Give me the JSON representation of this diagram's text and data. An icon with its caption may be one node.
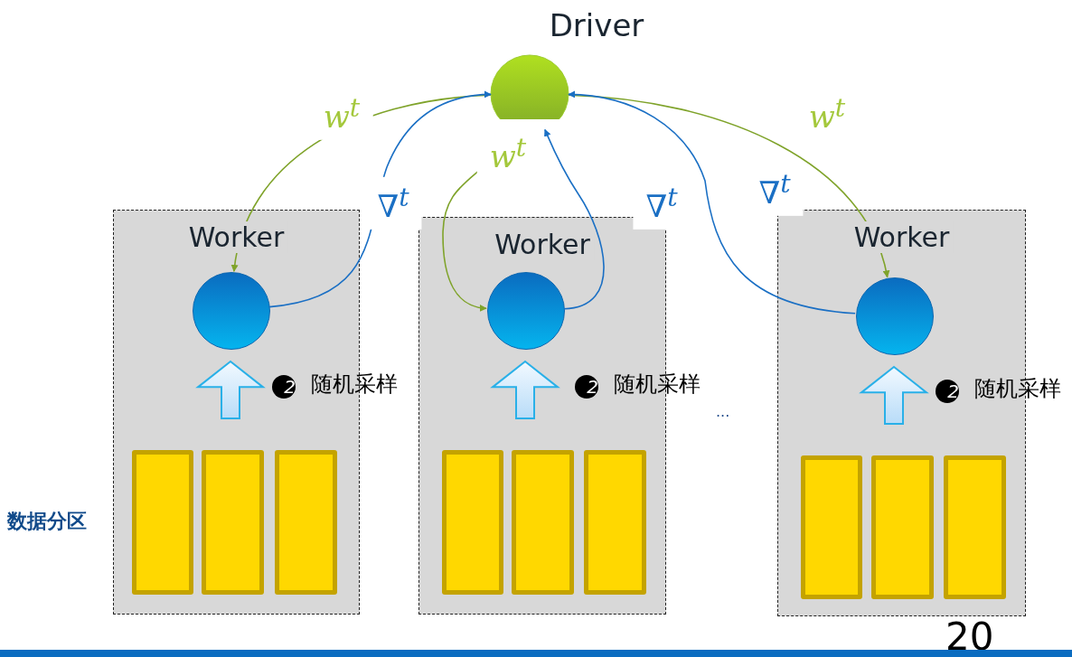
{
  "diagram": {
    "nodes": [
      {
        "text": [
          "Driver"
        ]
      },
      {
        "text": [
          "Worker"
        ]
      },
      {
        "text": [],
        "shape": "circle",
        "in": 1
      },
      {
        "text": [
          "2"
        ],
        "beside": [
          "随机采样"
        ],
        "in": 1
      },
      {
        "text": [],
        "shape": "bar",
        "in": 1
      },
      {
        "text": [],
        "shape": "bar",
        "in": 1
      },
      {
        "text": [],
        "shape": "bar",
        "in": 1
      },
      {
        "text": [
          "Worker"
        ]
      },
      {
        "text": [],
        "shape": "circle",
        "in": 7
      },
      {
        "text": [
          "2"
        ],
        "beside": [
          "随机采样"
        ],
        "in": 7
      },
      {
        "text": [],
        "shape": "bar",
        "in": 7
      },
      {
        "text": [],
        "shape": "bar",
        "in": 7
      },
      {
        "text": [],
        "shape": "bar",
        "in": 7
      },
      {
        "text": [
          "Worker"
        ]
      },
      {
        "text": [],
        "shape": "circle",
        "in": 13
      },
      {
        "text": [
          "2"
        ],
        "beside": [
          "随机采样"
        ],
        "in": 13
      },
      {
        "text": [],
        "shape": "bar",
        "in": 13
      },
      {
        "text": [],
        "shape": "bar",
        "in": 13
      },
      {
        "text": [],
        "shape": "bar",
        "in": 13
      }
    ],
    "edges": [
      {
        "from": 0,
        "to": 2,
        "arrow": "to",
        "label": "w$^{t}$",
        "color": "#7fa32a"
      },
      {
        "from": 2,
        "to": 0,
        "arrow": "to",
        "label": "∇$^{t}$",
        "color": "#1a6fc4"
      },
      {
        "from": 0,
        "to": 8,
        "arrow": "to",
        "label": "w$^{t}$",
        "color": "#7fa32a"
      },
      {
        "from": 8,
        "to": 0,
        "arrow": "to",
        "label": "∇$^{t}$",
        "color": "#1a6fc4"
      },
      {
        "from": 0,
        "to": 14,
        "arrow": "to",
        "label": "w$^{t}$",
        "color": "#7fa32a"
      },
      {
        "from": 14,
        "to": 0,
        "arrow": "to",
        "label": "∇$^{t}$",
        "color": "#1a6fc4"
      },
      {
        "from": 5,
        "to": 2,
        "arrow": "to",
        "style": "thick",
        "color": "#29b0e8"
      },
      {
        "from": 11,
        "to": 8,
        "arrow": "to",
        "style": "thick",
        "color": "#29b0e8"
      },
      {
        "from": 17,
        "to": 14,
        "arrow": "to",
        "style": "thick",
        "color": "#29b0e8"
      }
    ],
    "labels": [
      "数据分区",
      "...",
      "20"
    ]
  }
}
